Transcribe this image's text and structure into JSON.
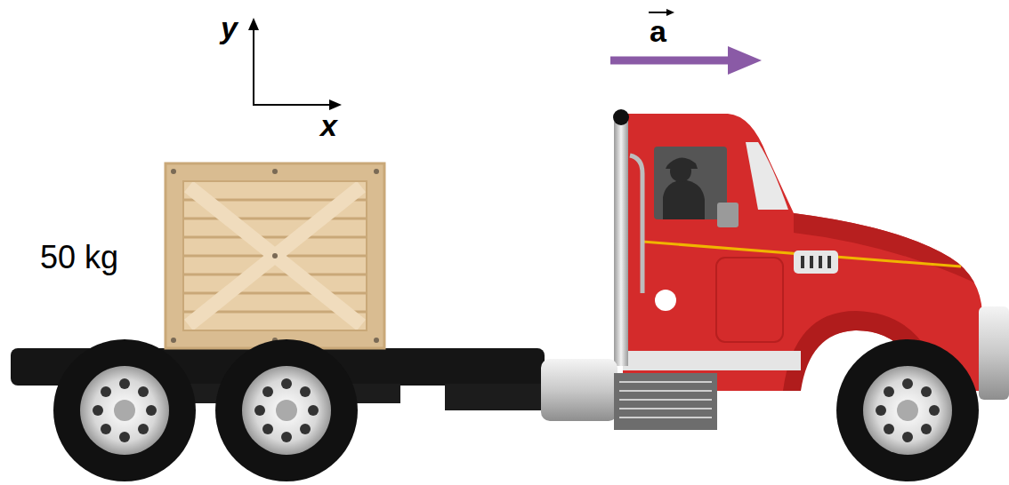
{
  "diagram": {
    "labels": [
      "y",
      "x",
      "50 kg",
      "a"
    ]
  }
}
